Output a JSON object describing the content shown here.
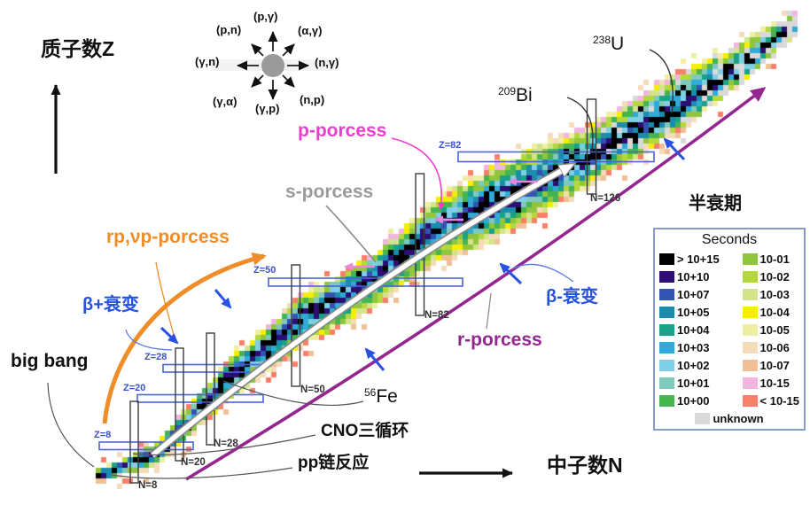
{
  "axes": {
    "y_label": "质子数Z",
    "x_label": "中子数N"
  },
  "compass": {
    "top": "(p,γ)",
    "top_left": "(p,n)",
    "top_right": "(α,γ)",
    "left": "(γ,n)",
    "right": "(n,γ)",
    "bottom_left": "(γ,α)",
    "bottom": "(γ,p)",
    "bottom_right": "(n,p)"
  },
  "processes": {
    "p_label": "p-porcess",
    "s_label": "s-porcess",
    "r_label": "r-porcess",
    "rp_label": "rp,νp-porcess",
    "beta_plus_label": "β+衰变",
    "beta_minus_label": "β-衰变"
  },
  "annotations": {
    "big_bang": "big bang",
    "cno_cycle": "CNO三循环",
    "pp_chain": "pp链反应",
    "fe56": {
      "mass": "56",
      "symbol": "Fe"
    },
    "bi209": {
      "mass": "209",
      "symbol": "Bi"
    },
    "u238": {
      "mass": "238",
      "symbol": "U"
    }
  },
  "magic_numbers": {
    "z82": "Z=82",
    "z50": "Z=50",
    "z28": "Z=28",
    "z20": "Z=20",
    "z8": "Z=8",
    "n126": "N=126",
    "n82": "N=82",
    "n50": "N=50",
    "n28": "N=28",
    "n20": "N=20",
    "n8": "N=8"
  },
  "legend": {
    "title": "半衰期",
    "unit_header": "Seconds",
    "unknown": {
      "label": "unknown",
      "color": "#d9d9d9"
    },
    "long_lived": [
      {
        "label": "> 10+15",
        "color": "#000000"
      },
      {
        "label": "10+10",
        "color": "#2c0e75"
      },
      {
        "label": "10+07",
        "color": "#3353b2"
      },
      {
        "label": "10+05",
        "color": "#1b8cab"
      },
      {
        "label": "10+04",
        "color": "#1aa287"
      },
      {
        "label": "10+03",
        "color": "#30aad6"
      },
      {
        "label": "10+02",
        "color": "#7fd0e6"
      },
      {
        "label": "10+01",
        "color": "#7fc9bd"
      },
      {
        "label": "10+00",
        "color": "#46b451"
      }
    ],
    "short_lived": [
      {
        "label": "10-01",
        "color": "#8fc63e"
      },
      {
        "label": "10-02",
        "color": "#b4d83e"
      },
      {
        "label": "10-03",
        "color": "#d3e48c"
      },
      {
        "label": "10-04",
        "color": "#f4ee00"
      },
      {
        "label": "10-05",
        "color": "#efefa4"
      },
      {
        "label": "10-06",
        "color": "#f4dcba"
      },
      {
        "label": "10-07",
        "color": "#efc095"
      },
      {
        "label": "10-15",
        "color": "#f0b6e0"
      },
      {
        "label": "< 10-15",
        "color": "#f8806b"
      }
    ]
  },
  "colors": {
    "p_process": "#ee3ccc",
    "s_process": "#9a9a9a",
    "r_process": "#93278f",
    "rp_process": "#ef8d28",
    "beta_decay": "#2453e0",
    "magic_z_box": "#4a63d8",
    "magic_n_box": "#3c3c3c"
  },
  "chart_data": {
    "type": "heatmap",
    "description": "Chart of nuclides: half-life in seconds per nuclide, neutron number N on x, proton number Z on y; valley of stability runs diagonally from light elements (bottom left) to superheavy elements (top right).",
    "cell_size": 6,
    "centerline": [
      [
        113,
        535
      ],
      [
        175,
        510
      ],
      [
        255,
        425
      ],
      [
        335,
        360
      ],
      [
        420,
        312
      ],
      [
        490,
        258
      ],
      [
        560,
        226
      ],
      [
        667,
        177
      ],
      [
        760,
        122
      ],
      [
        830,
        78
      ],
      [
        893,
        30
      ]
    ],
    "half_width_upper": [
      [
        113,
        7
      ],
      [
        175,
        12
      ],
      [
        255,
        20
      ],
      [
        335,
        24
      ],
      [
        420,
        28
      ],
      [
        490,
        34
      ],
      [
        560,
        44
      ],
      [
        667,
        38
      ],
      [
        760,
        42
      ],
      [
        830,
        28
      ],
      [
        893,
        15
      ]
    ],
    "half_width_lower": [
      [
        113,
        9
      ],
      [
        175,
        16
      ],
      [
        255,
        28
      ],
      [
        335,
        34
      ],
      [
        420,
        36
      ],
      [
        490,
        36
      ],
      [
        560,
        46
      ],
      [
        667,
        30
      ],
      [
        760,
        30
      ],
      [
        830,
        22
      ],
      [
        893,
        11
      ]
    ]
  }
}
